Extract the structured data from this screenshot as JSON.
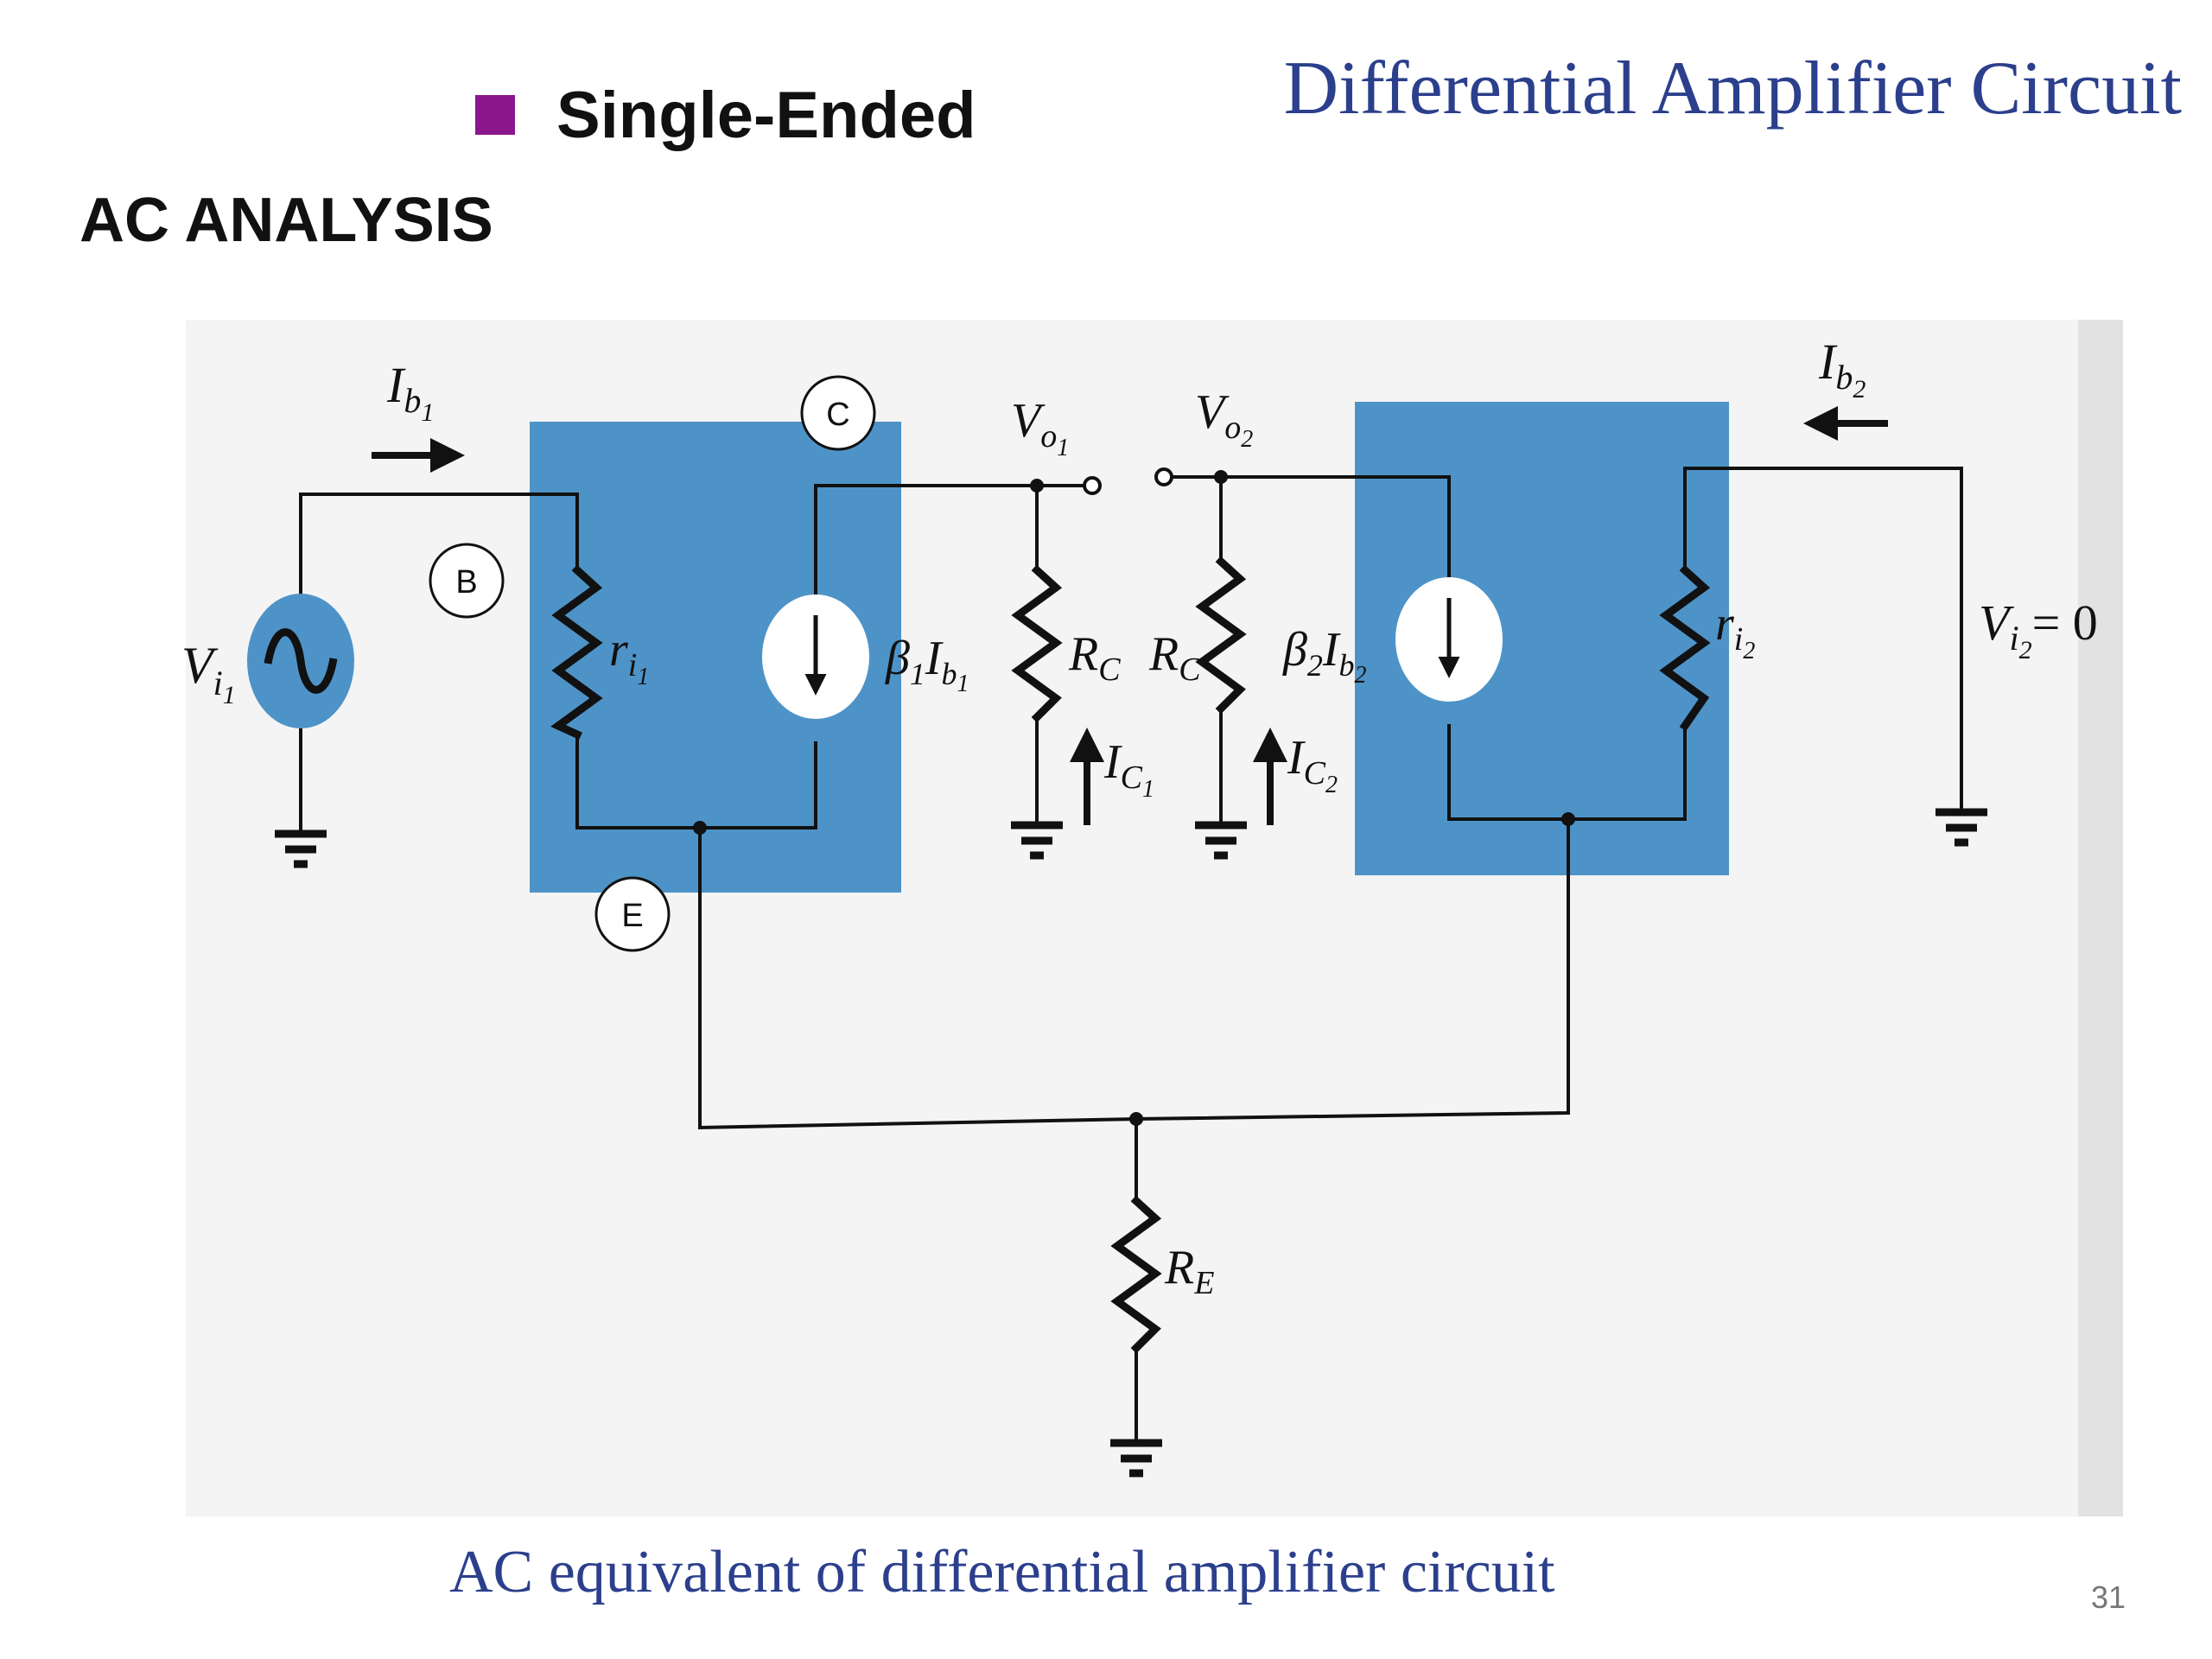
{
  "slide": {
    "title": "Differential Amplifier Circuit",
    "bullet": "Single-Ended",
    "heading": "AC ANALYSIS",
    "caption": "AC equivalent of differential amplifier circuit",
    "page_number": "31"
  },
  "colors": {
    "title": "#2b3f8c",
    "bullet": "#8b168b",
    "transistor_box": "#4e93c8",
    "wire": "#111111"
  },
  "diagram": {
    "nodes": {
      "base": "B",
      "collector": "C",
      "emitter": "E"
    },
    "labels": {
      "vi1": {
        "main": "V",
        "sub": "i",
        "subsub": "1"
      },
      "ib1": {
        "main": "I",
        "sub": "b",
        "subsub": "1"
      },
      "ri1": {
        "main": "r",
        "sub": "i",
        "subsub": "1"
      },
      "beta1ib1": {
        "beta": "β",
        "beta_sub": "1",
        "main": "I",
        "sub": "b",
        "subsub": "1"
      },
      "rc1": {
        "main": "R",
        "sub": "C"
      },
      "rc2": {
        "main": "R",
        "sub": "C"
      },
      "vo1": {
        "main": "V",
        "sub": "o",
        "subsub": "1"
      },
      "vo2": {
        "main": "V",
        "sub": "o",
        "subsub": "2"
      },
      "ic1": {
        "main": "I",
        "sub": "C",
        "subsub": "1"
      },
      "ic2": {
        "main": "I",
        "sub": "C",
        "subsub": "2"
      },
      "beta2ib2": {
        "beta": "β",
        "beta_sub": "2",
        "main": "I",
        "sub": "b",
        "subsub": "2"
      },
      "ri2": {
        "main": "r",
        "sub": "i",
        "subsub": "2"
      },
      "ib2": {
        "main": "I",
        "sub": "b",
        "subsub": "2"
      },
      "vi2": {
        "main": "V",
        "sub": "i",
        "subsub": "2",
        "value": "= 0"
      },
      "re": {
        "main": "R",
        "sub": "E"
      }
    }
  }
}
